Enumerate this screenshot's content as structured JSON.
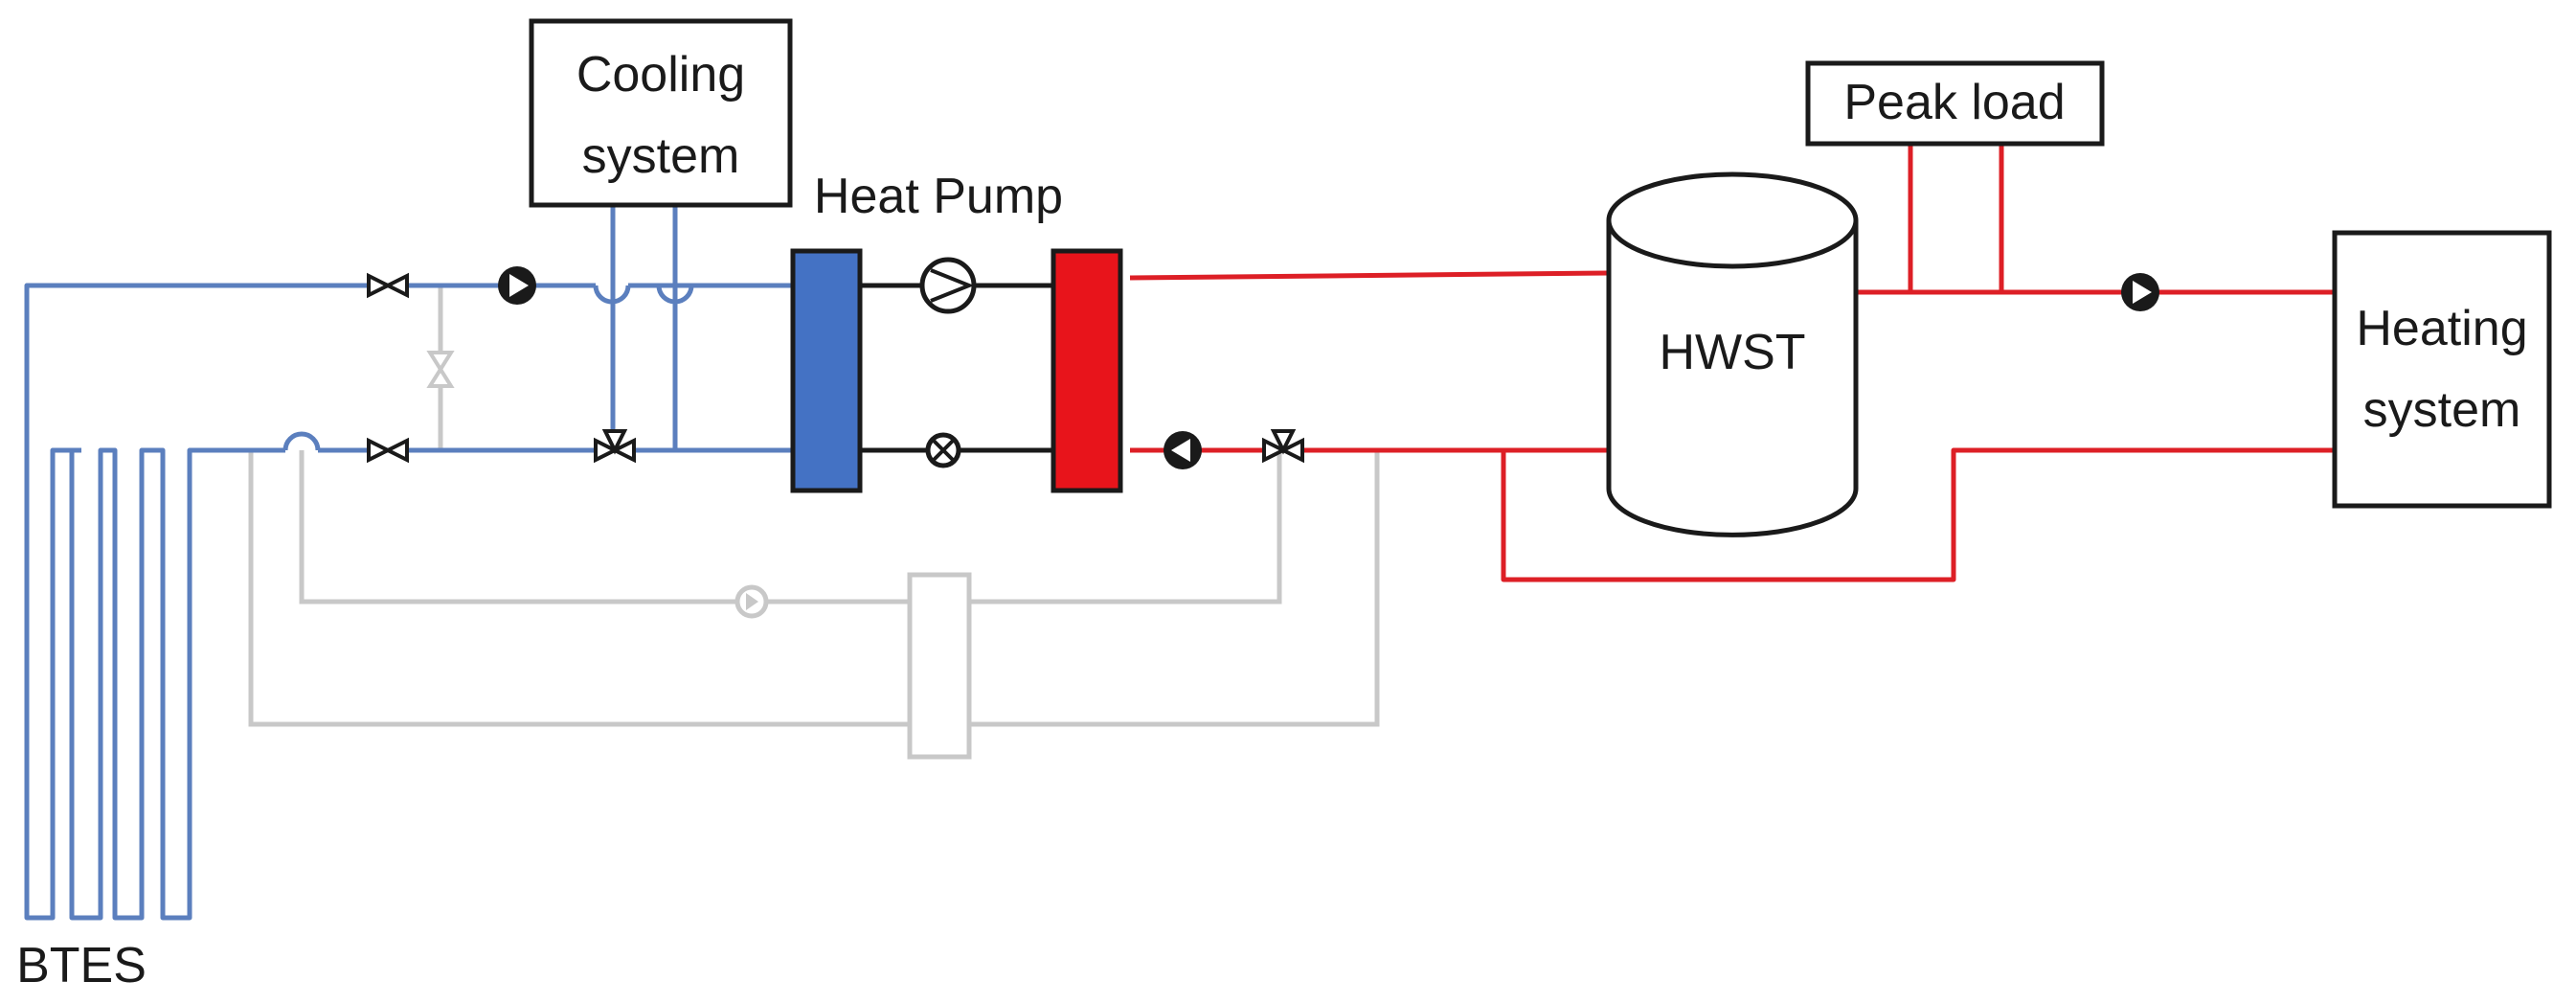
{
  "labels": {
    "cooling_line1": "Cooling",
    "cooling_line2": "system",
    "heat_pump": "Heat Pump",
    "peak_load": "Peak load",
    "hwst": "HWST",
    "heating_line1": "Heating",
    "heating_line2": "system",
    "btes": "BTES"
  },
  "colors": {
    "cold_loop": "#5b7fbe",
    "hot_loop": "#dd1f26",
    "inactive_loop": "#c8c8c8",
    "evaporator": "#4472c4",
    "condenser": "#e8141b",
    "outline": "#1a1a1a"
  },
  "icons": [
    "valve-icon",
    "pump-icon",
    "three-way-valve-icon",
    "compressor-icon",
    "expansion-valve-icon",
    "heat-exchanger-icon",
    "tank-icon"
  ]
}
